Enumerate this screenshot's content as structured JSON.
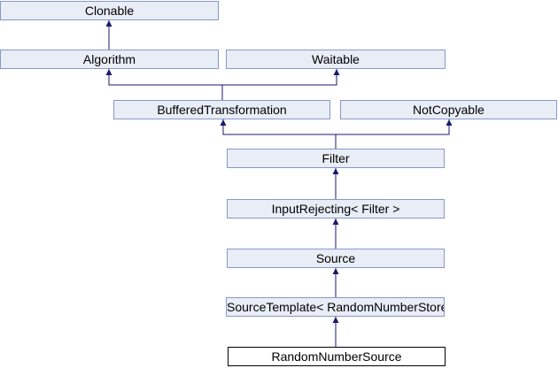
{
  "diagram": {
    "type": "class-inheritance-graph",
    "nodes": [
      {
        "id": "clonable",
        "label": "Clonable"
      },
      {
        "id": "algorithm",
        "label": "Algorithm"
      },
      {
        "id": "waitable",
        "label": "Waitable"
      },
      {
        "id": "buffered-transformation",
        "label": "BufferedTransformation"
      },
      {
        "id": "not-copyable",
        "label": "NotCopyable"
      },
      {
        "id": "filter",
        "label": "Filter"
      },
      {
        "id": "input-rejecting-filter",
        "label": "InputRejecting< Filter >"
      },
      {
        "id": "source",
        "label": "Source"
      },
      {
        "id": "source-template-random-number-store",
        "label": "SourceTemplate< RandomNumberStore >"
      },
      {
        "id": "random-number-source",
        "label": "RandomNumberSource",
        "current": true
      }
    ],
    "edges": [
      {
        "from": "Algorithm",
        "to": "Clonable"
      },
      {
        "from": "BufferedTransformation",
        "to": "Algorithm"
      },
      {
        "from": "BufferedTransformation",
        "to": "Waitable"
      },
      {
        "from": "Filter",
        "to": "BufferedTransformation"
      },
      {
        "from": "Filter",
        "to": "NotCopyable"
      },
      {
        "from": "InputRejecting< Filter >",
        "to": "Filter"
      },
      {
        "from": "Source",
        "to": "InputRejecting< Filter >"
      },
      {
        "from": "SourceTemplate< RandomNumberStore >",
        "to": "Source"
      },
      {
        "from": "RandomNumberSource",
        "to": "SourceTemplate< RandomNumberStore >"
      }
    ],
    "colors": {
      "node_fill": "#e8edf6",
      "node_border": "#8898c8",
      "current_node_fill": "#ffffff",
      "current_node_border": "#000000",
      "edge": "#191970",
      "text": "#000000",
      "background": "#ffffff"
    }
  }
}
